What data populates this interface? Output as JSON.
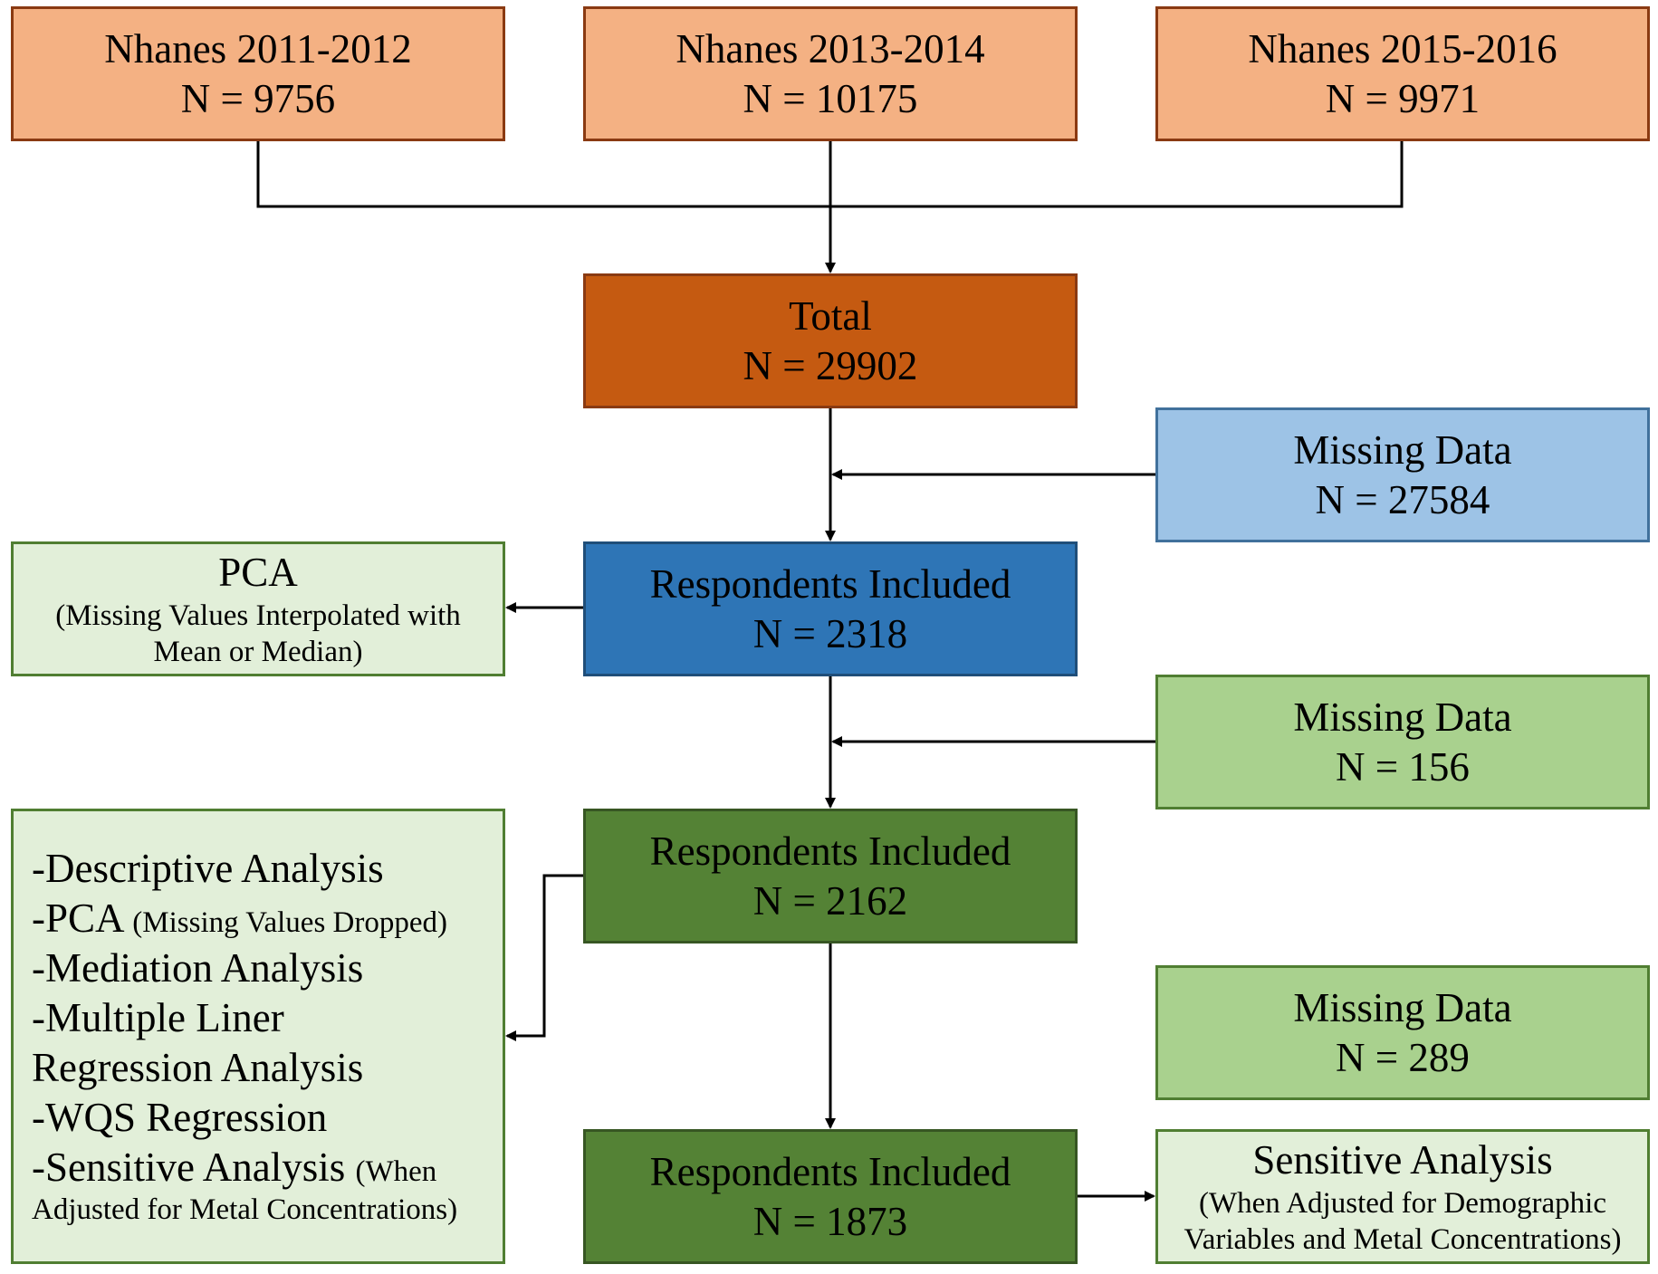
{
  "diagram": {
    "sources": [
      {
        "title": "Nhanes 2011-2012",
        "n": "N = 9756"
      },
      {
        "title": "Nhanes 2013-2014",
        "n": "N = 10175"
      },
      {
        "title": "Nhanes 2015-2016",
        "n": "N = 9971"
      }
    ],
    "total": {
      "title": "Total",
      "n": "N = 29902"
    },
    "missing1": {
      "title": "Missing Data",
      "n": "N = 27584"
    },
    "included1": {
      "title": "Respondents Included",
      "n": "N = 2318"
    },
    "pca": {
      "title": "PCA",
      "note": "(Missing Values Interpolated with Mean or Median)"
    },
    "missing2": {
      "title": "Missing Data",
      "n": "N = 156"
    },
    "included2": {
      "title": "Respondents Included",
      "n": "N = 2162"
    },
    "analyses": {
      "l1": "-Descriptive Analysis",
      "l2_main": "-PCA",
      "l2_note": "(Missing Values Dropped)",
      "l3": "-Mediation Analysis",
      "l4": "-Multiple Liner",
      "l5": "Regression Analysis",
      "l6": "-WQS Regression",
      "l7_main": "-Sensitive Analysis",
      "l7_note": "(When",
      "l8": "Adjusted for Metal Concentrations)"
    },
    "missing3": {
      "title": "Missing Data",
      "n": "N = 289"
    },
    "included3": {
      "title": "Respondents Included",
      "n": "N = 1873"
    },
    "sensitive": {
      "title": "Sensitive Analysis",
      "note": "(When Adjusted for Demographic Variables and Metal Concentrations)"
    }
  },
  "colors": {
    "source": "#f4b183",
    "total": "#c55a11",
    "missing1": "#9dc3e6",
    "included1": "#2e75b6",
    "missing_green": "#a9d18e",
    "included_green": "#548235",
    "pale_green": "#e2efd9"
  }
}
